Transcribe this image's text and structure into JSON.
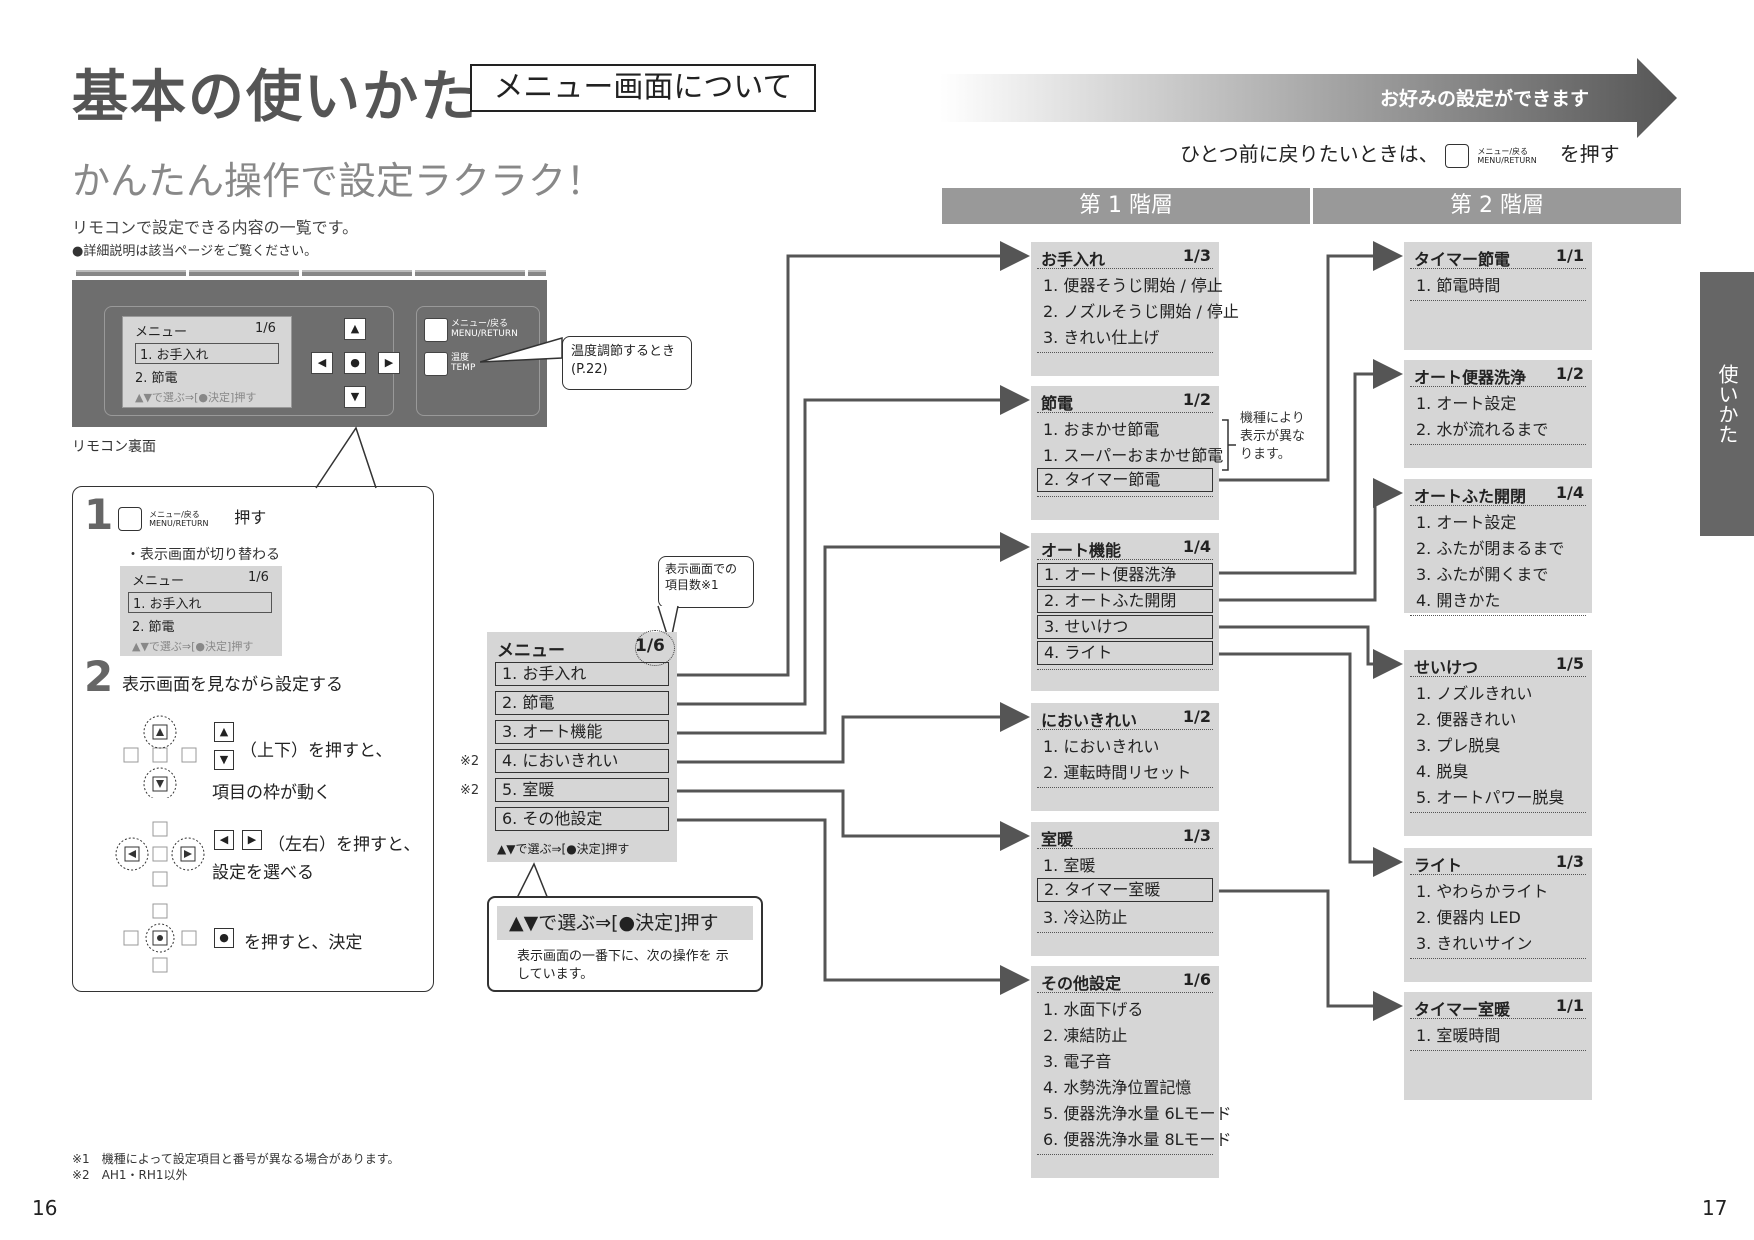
{
  "header": {
    "title": "基本の使いかた",
    "tag": "メニュー画面について",
    "arrow_text": "お好みの設定ができます",
    "subtitle": "かんたん操作で設定ラクラク！",
    "intro": "リモコンで設定できる内容の一覧です。",
    "intro_note": "●詳細説明は該当ページをご覧ください。",
    "back_note_pre": "ひとつ前に戻りたいときは、",
    "back_note_btn": "メニュー/戻る MENU/RETURN",
    "back_note_post": "を押す"
  },
  "level_headers": {
    "first": "第 1 階層",
    "second": "第 2 階層"
  },
  "remote": {
    "screen": {
      "title": "メニュー",
      "page": "1/6",
      "item1": "1. お手入れ",
      "item2": "2. 節電",
      "hint": "▲▼で選ぶ⇒[●決定]押す"
    },
    "pad": {
      "up": "▲",
      "down": "▼",
      "left": "◀",
      "right": "▶",
      "center": "●"
    },
    "btn_menu_label": "メニュー/戻る MENU/RETURN",
    "btn_temp_label": "温度 TEMP",
    "caption": "リモコン裏面",
    "temp_callout": "温度調節するとき (P.22)"
  },
  "steps": {
    "step1_num": "1",
    "step1_btn": "メニュー/戻る MENU/RETURN",
    "step1_text": "押す",
    "step1_sub": "・表示画面が切り替わる",
    "step1_screen": {
      "title": "メニュー",
      "page": "1/6",
      "item1": "1. お手入れ",
      "item2": "2. 節電",
      "hint": "▲▼で選ぶ⇒[●決定]押す"
    },
    "step2_num": "2",
    "step2_text": "表示画面を見ながら設定する",
    "updown_text": "（上下）を押すと、",
    "updown_text2": "項目の枠が動く",
    "leftright_text": "（左右）を押すと、",
    "leftright_text2": "設定を選べる",
    "center_text": "を押すと、決定"
  },
  "main_menu": {
    "title": "メニュー",
    "page": "1/6",
    "items": [
      "1. お手入れ",
      "2. 節電",
      "3. オート機能",
      "4. においきれい",
      "5. 室暖",
      "6. その他設定"
    ],
    "hint": "▲▼で選ぶ⇒[●決定]押す",
    "note_marks": [
      "※2",
      "※2"
    ],
    "count_callout": "表示画面での 項目数※1",
    "select_callout_title": "▲▼で選ぶ⇒[●決定]押す",
    "select_callout_text": "表示画面の一番下に、次の操作を 示しています。"
  },
  "first_level": [
    {
      "title": "お手入れ",
      "page": "1/3",
      "items": [
        "1. 便器そうじ開始 / 停止",
        "2. ノズルそうじ開始 / 停止",
        "3. きれい仕上げ"
      ],
      "selected": []
    },
    {
      "title": "節電",
      "page": "1/2",
      "items": [
        "1. おまかせ節電",
        "1. スーパーおまかせ節電",
        "2. タイマー節電"
      ],
      "selected": [
        2
      ]
    },
    {
      "title": "オート機能",
      "page": "1/4",
      "items": [
        "1. オート便器洗浄",
        "2. オートふた開閉",
        "3. せいけつ",
        "4. ライト"
      ],
      "selected": [
        0,
        1,
        2,
        3
      ]
    },
    {
      "title": "においきれい",
      "page": "1/2",
      "items": [
        "1. においきれい",
        "2. 運転時間リセット"
      ],
      "selected": []
    },
    {
      "title": "室暖",
      "page": "1/3",
      "items": [
        "1. 室暖",
        "2. タイマー室暖",
        "3. 冷込防止"
      ],
      "selected": [
        1
      ]
    },
    {
      "title": "その他設定",
      "page": "1/6",
      "items": [
        "1. 水面下げる",
        "2. 凍結防止",
        "3. 電子音",
        "4. 水勢洗浄位置記憶",
        "5. 便器洗浄水量 6Lモード",
        "6. 便器洗浄水量 8Lモード"
      ],
      "selected": []
    }
  ],
  "model_note": "機種により 表示が異な ります。",
  "second_level": [
    {
      "title": "タイマー節電",
      "page": "1/1",
      "items": [
        "1. 節電時間"
      ]
    },
    {
      "title": "オート便器洗浄",
      "page": "1/2",
      "items": [
        "1. オート設定",
        "2. 水が流れるまで"
      ]
    },
    {
      "title": "オートふた開閉",
      "page": "1/4",
      "items": [
        "1. オート設定",
        "2. ふたが閉まるまで",
        "3. ふたが開くまで",
        "4. 開きかた"
      ]
    },
    {
      "title": "せいけつ",
      "page": "1/5",
      "items": [
        "1. ノズルきれい",
        "2. 便器きれい",
        "3. プレ脱臭",
        "4. 脱臭",
        "5. オートパワー脱臭"
      ]
    },
    {
      "title": "ライト",
      "page": "1/3",
      "items": [
        "1. やわらかライト",
        "2. 便器内 LED",
        "3. きれいサイン"
      ]
    },
    {
      "title": "タイマー室暖",
      "page": "1/1",
      "items": [
        "1. 室暖時間"
      ]
    }
  ],
  "sidetab": "使いかた",
  "footnotes": [
    "※1　機種によって設定項目と番号が異なる場合があります。",
    "※2　AH1・RH1以外"
  ],
  "page_numbers": {
    "left": "16",
    "right": "17"
  }
}
